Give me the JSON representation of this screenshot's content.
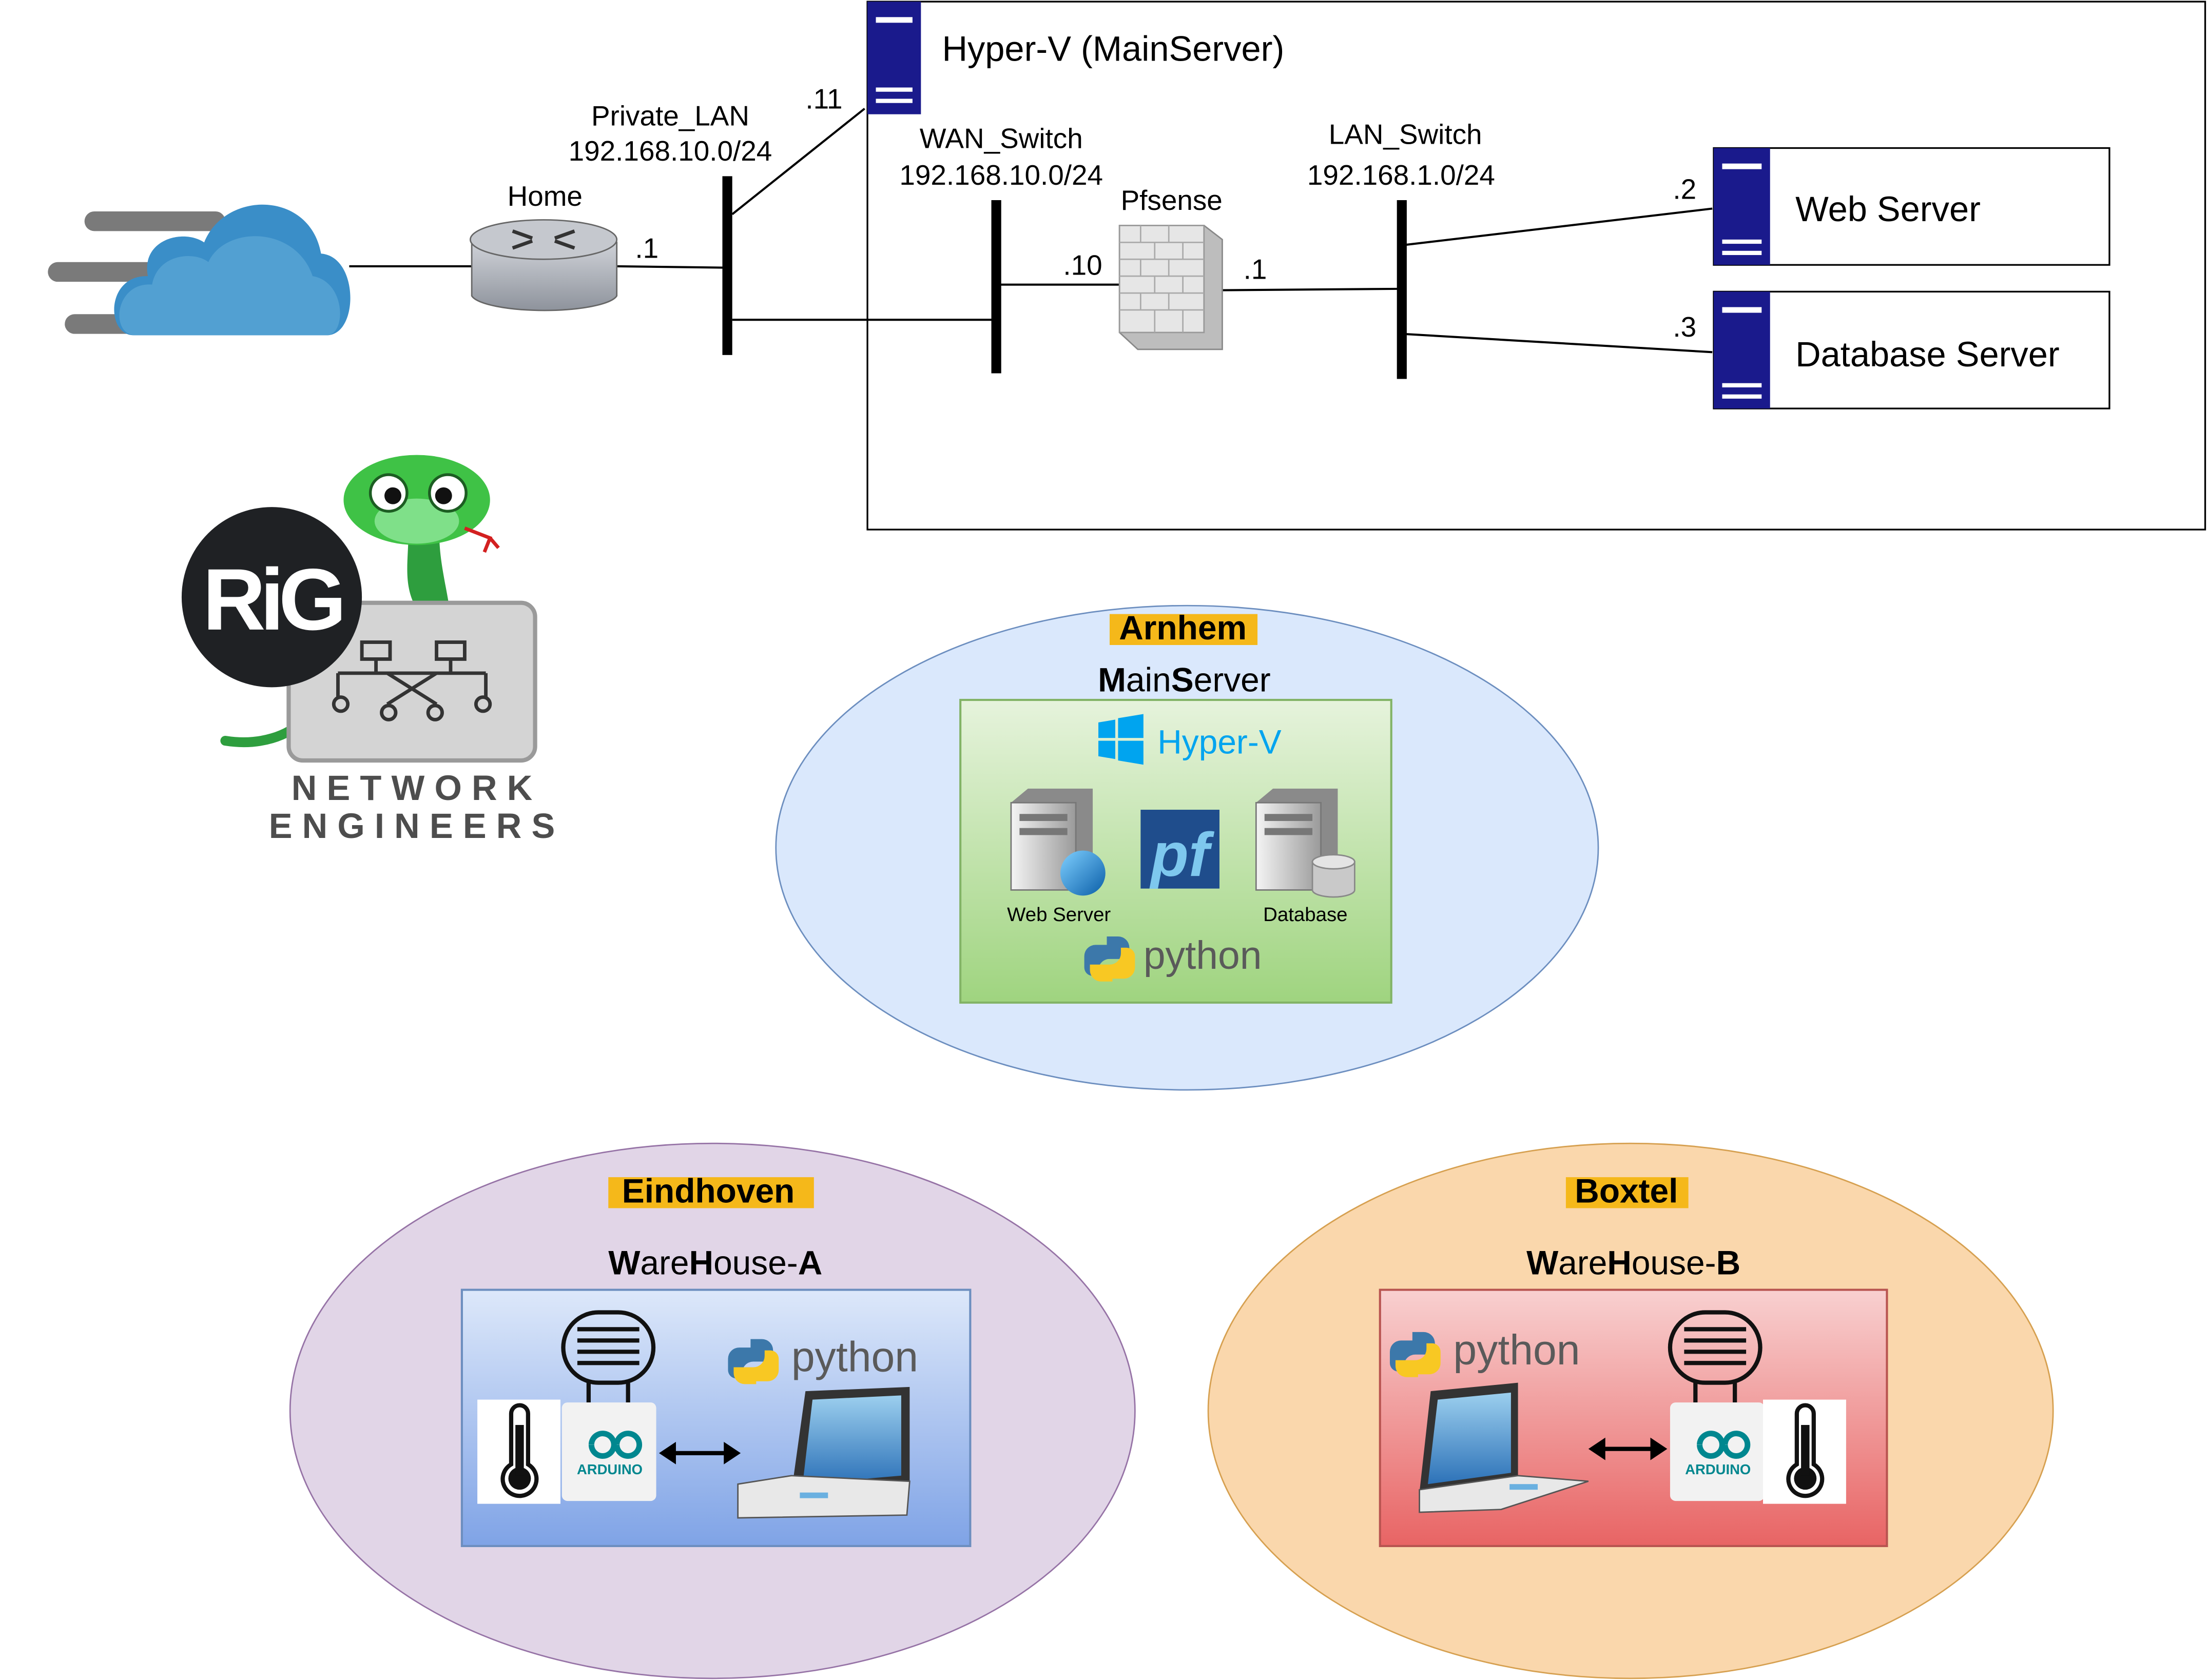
{
  "network": {
    "hyperv_title": "Hyper-V (MainServer)",
    "home_label": "Home",
    "private_lan": {
      "name": "Private_LAN",
      "subnet": "192.168.10.0/24"
    },
    "wan_switch": {
      "name": "WAN_Switch",
      "subnet": "192.168.10.0/24"
    },
    "lan_switch": {
      "name": "LAN_Switch",
      "subnet": "192.168.1.0/24"
    },
    "pfsense_label": "Pfsense",
    "ip_router": ".1",
    "ip_hyperv": ".11",
    "ip_pfsense_wan": ".10",
    "ip_pfsense_lan": ".1",
    "ip_web": ".2",
    "ip_db": ".3",
    "web_server_label": "Web Server",
    "db_server_label": "Database Server"
  },
  "logo": {
    "badge_text": "RiG",
    "line1": "NETWORK",
    "line2": "ENGINEERS"
  },
  "sites": {
    "arnhem": {
      "city": "Arnhem",
      "server_title_parts": [
        "M",
        "ain",
        "S",
        "erver"
      ],
      "hyperv_text": "Hyper-V",
      "web_caption": "Web Server",
      "db_caption": "Database",
      "pf_text": "pf",
      "python_text": "python"
    },
    "eindhoven": {
      "city": "Eindhoven",
      "title_parts": [
        "W",
        "are",
        "H",
        "ouse-",
        "A"
      ],
      "python_text": "python",
      "arduino_text": "ARDUINO"
    },
    "boxtel": {
      "city": "Boxtel",
      "title_parts": [
        "W",
        "are",
        "H",
        "ouse-",
        "B"
      ],
      "python_text": "python",
      "arduino_text": "ARDUINO"
    }
  },
  "colors": {
    "line": "#000000",
    "server_blue": "#1a1a8c",
    "arnhem_bg": "#dae8fc",
    "eindhoven_bg": "#e1d5e7",
    "boxtel_bg": "#fad7ac",
    "city_highlight": "#f5b81a",
    "green_box": "#a8d888",
    "blue_box": "#8aaae8",
    "red_box": "#ea6b6b",
    "cloud": "#3a8ec8"
  }
}
